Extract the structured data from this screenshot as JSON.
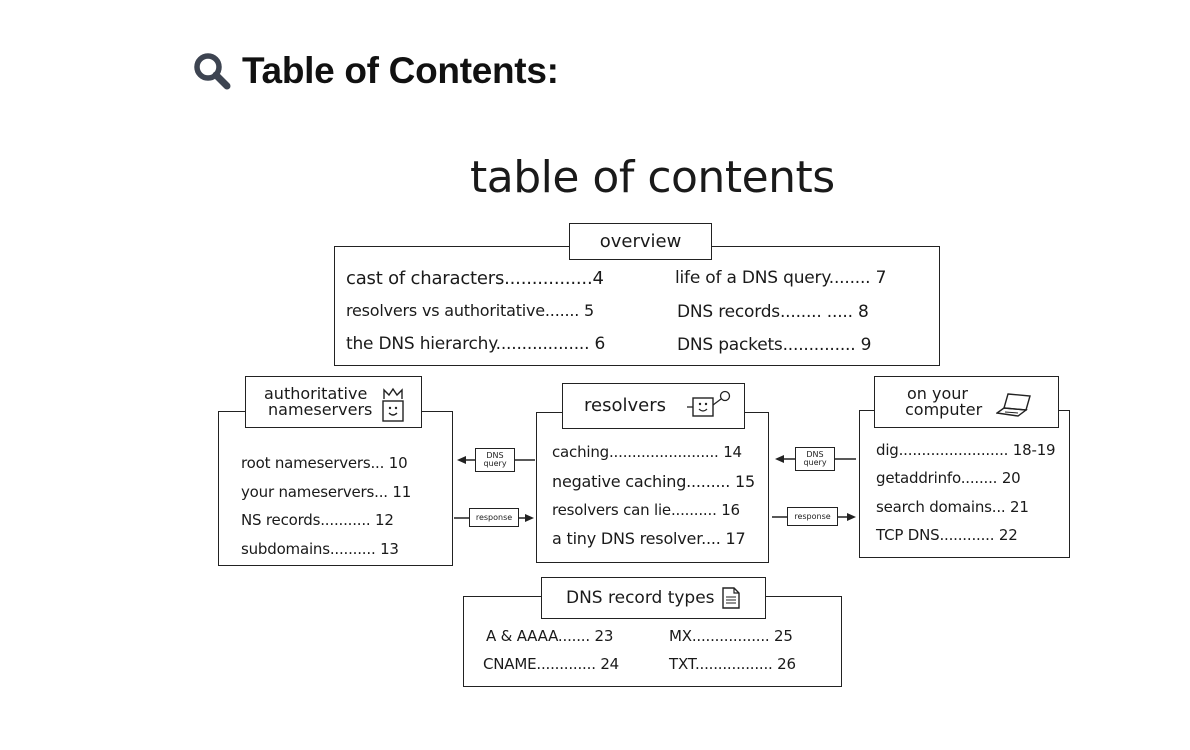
{
  "header": {
    "title": "Table of Contents:",
    "icon": "search-icon"
  },
  "figure": {
    "title": "table of contents",
    "overview": {
      "label": "overview",
      "left": [
        "cast of characters................4",
        "resolvers vs authoritative....... 5",
        "the DNS hierarchy.................. 6"
      ],
      "right": [
        "life of a DNS query........ 7",
        "DNS records........ ..... 8",
        "DNS packets.............. 9"
      ]
    },
    "authoritative": {
      "label_line1": "authoritative",
      "label_line2": "nameservers",
      "icon": "nameserver-crown-icon",
      "items": [
        "root nameservers... 10",
        "your nameservers... 11",
        "NS records........... 12",
        "subdomains.......... 13"
      ]
    },
    "resolvers": {
      "label": "resolvers",
      "icon": "resolver-magnifier-icon",
      "items": [
        "caching........................ 14",
        "negative caching......... 15",
        "resolvers can lie.......... 16",
        "a tiny DNS resolver.... 17"
      ]
    },
    "computer": {
      "label_line1": "on your",
      "label_line2": "computer",
      "icon": "laptop-icon",
      "items": [
        "dig........................ 18-19",
        "getaddrinfo........ 20",
        "search domains... 21",
        "TCP DNS............ 22"
      ]
    },
    "arrows": {
      "query": "DNS query",
      "response": "response"
    },
    "record_types": {
      "label": "DNS record types",
      "icon": "document-icon",
      "left": [
        "A & AAAA....... 23",
        "CNAME............. 24"
      ],
      "right": [
        "MX................. 25",
        "TXT................. 26"
      ]
    }
  }
}
